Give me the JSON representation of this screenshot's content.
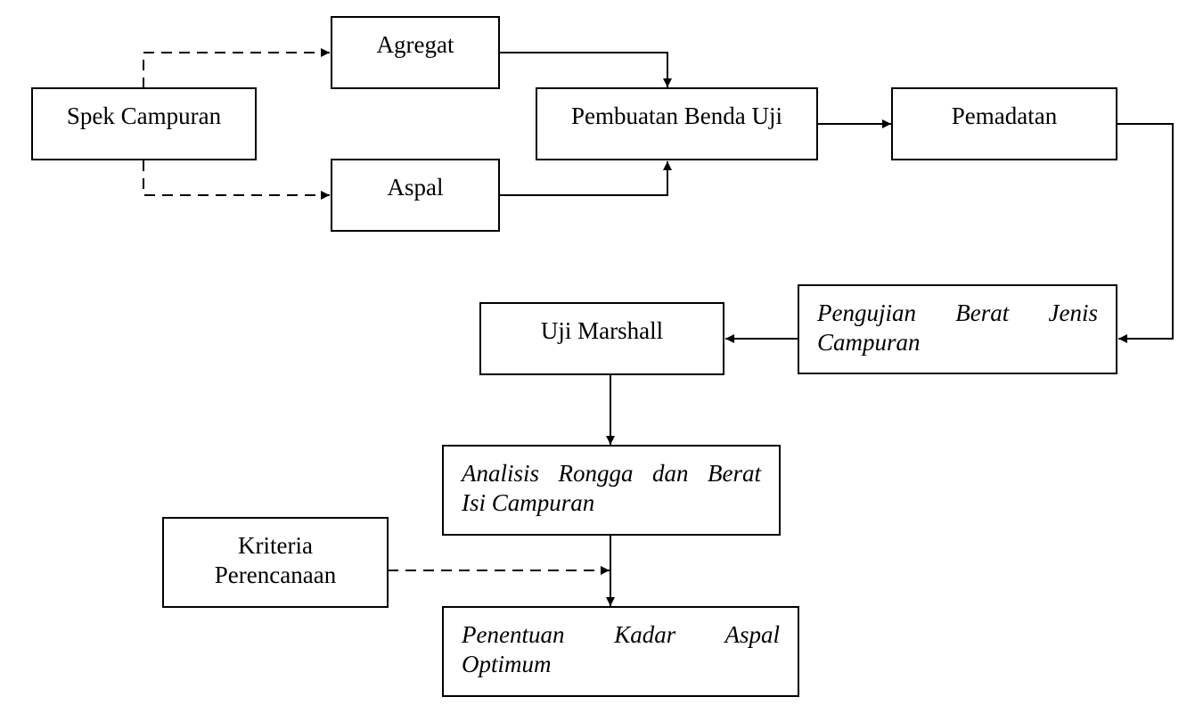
{
  "nodes": {
    "spek_campuran": "Spek Campuran",
    "agregat": "Agregat",
    "aspal": "Aspal",
    "pembuatan_benda_uji": "Pembuatan Benda Uji",
    "pemadatan": "Pemadatan",
    "pengujian_line1": "Pengujian Berat Jenis",
    "pengujian_line2": "Campuran",
    "uji_marshall": "Uji Marshall",
    "analisis_line1": "Analisis Rongga dan Berat",
    "analisis_line2": "Isi Campuran",
    "kriteria_line1": "Kriteria",
    "kriteria_line2": "Perencanaan",
    "penentuan_line1": "Penentuan Kadar Aspal",
    "penentuan_line2": "Optimum"
  },
  "edges": [
    {
      "from": "spek_campuran",
      "to": "agregat",
      "style": "dashed"
    },
    {
      "from": "spek_campuran",
      "to": "aspal",
      "style": "dashed"
    },
    {
      "from": "agregat",
      "to": "pembuatan_benda_uji",
      "style": "solid"
    },
    {
      "from": "aspal",
      "to": "pembuatan_benda_uji",
      "style": "solid"
    },
    {
      "from": "pembuatan_benda_uji",
      "to": "pemadatan",
      "style": "solid"
    },
    {
      "from": "pemadatan",
      "to": "pengujian_berat_jenis_campuran",
      "style": "solid"
    },
    {
      "from": "pengujian_berat_jenis_campuran",
      "to": "uji_marshall",
      "style": "solid"
    },
    {
      "from": "uji_marshall",
      "to": "analisis_rongga_dan_berat_isi_campuran",
      "style": "solid"
    },
    {
      "from": "analisis_rongga_dan_berat_isi_campuran",
      "to": "penentuan_kadar_aspal_optimum",
      "style": "solid"
    },
    {
      "from": "kriteria_perencanaan",
      "to": "penentuan_kadar_aspal_optimum",
      "style": "dashed"
    }
  ]
}
